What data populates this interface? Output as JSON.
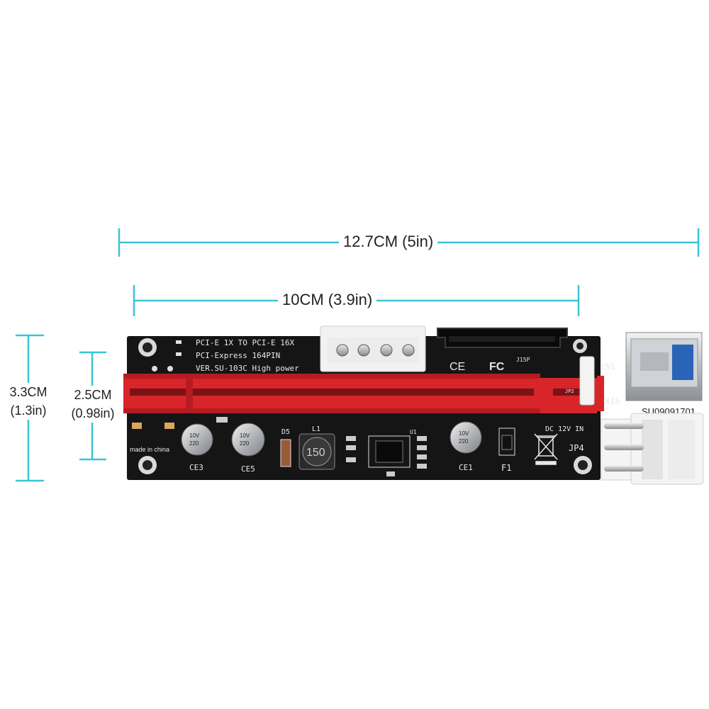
{
  "dimensions": {
    "total_length": "12.7CM (5in)",
    "pcb_length": "10CM (3.9in)",
    "total_height_cm": "3.3CM",
    "total_height_in": "(1.3in)",
    "pcb_height_cm": "2.5CM",
    "pcb_height_in": "(0.98in)"
  },
  "board": {
    "line1": "PCI-E 1X TO PCI-E 16X",
    "line2": "PCI-Express 164PIN",
    "line3": "VER.SU-103C High power",
    "made_in": "made in china",
    "ce_mark": "CE",
    "fc_mark": "FC",
    "j15p": "J15P",
    "cn1": "CN1",
    "x16": "X16",
    "serial": "SU09091701",
    "dc_in": "DC 12V IN",
    "jp4": "JP4",
    "jp2": "JP2",
    "ce3": "CE3",
    "ce5": "CE5",
    "ce1": "CE1",
    "d5": "D5",
    "l1": "L1",
    "inductor_value": "150",
    "u1": "U1",
    "f1": "F1",
    "cap_text_a": "10V",
    "cap_text_b": "220"
  },
  "colors": {
    "dimension_lines": "#39c5d6",
    "pcb": "#151515",
    "slot": "#d8252a"
  }
}
